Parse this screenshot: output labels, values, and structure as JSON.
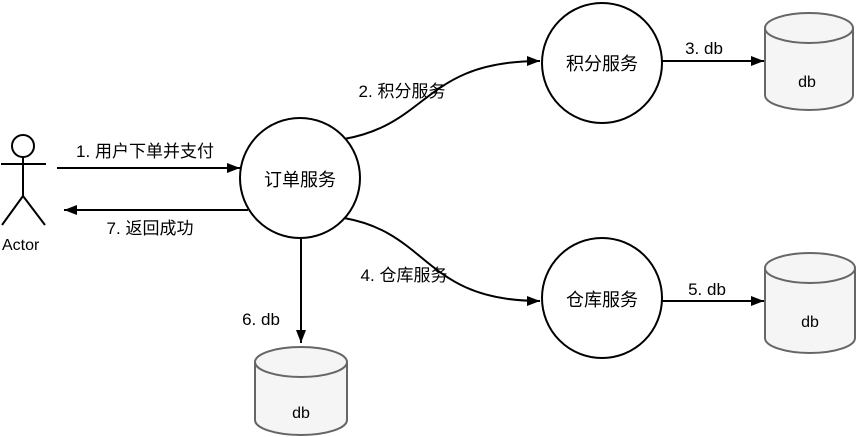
{
  "colors": {
    "background": "#ffffff",
    "shape_stroke": "#000000",
    "shape_fill": "#ffffff",
    "db_fill": "#f5f5f5",
    "db_stroke": "#666666",
    "text": "#000000"
  },
  "actor": {
    "label": "Actor"
  },
  "nodes": {
    "order": {
      "label": "订单服务"
    },
    "points": {
      "label": "积分服务"
    },
    "warehouse": {
      "label": "仓库服务"
    }
  },
  "databases": {
    "points_db": {
      "label": "db"
    },
    "warehouse_db": {
      "label": "db"
    },
    "order_db": {
      "label": "db"
    }
  },
  "edges": {
    "order_request": {
      "label": "1. 用户下单并支付"
    },
    "points_call": {
      "label": "2. 积分服务"
    },
    "points_db_write": {
      "label": "3. db"
    },
    "warehouse_call": {
      "label": "4. 仓库服务"
    },
    "warehouse_db_write": {
      "label": "5. db"
    },
    "order_db_write": {
      "label": "6. db"
    },
    "return_success": {
      "label": "7. 返回成功"
    }
  }
}
